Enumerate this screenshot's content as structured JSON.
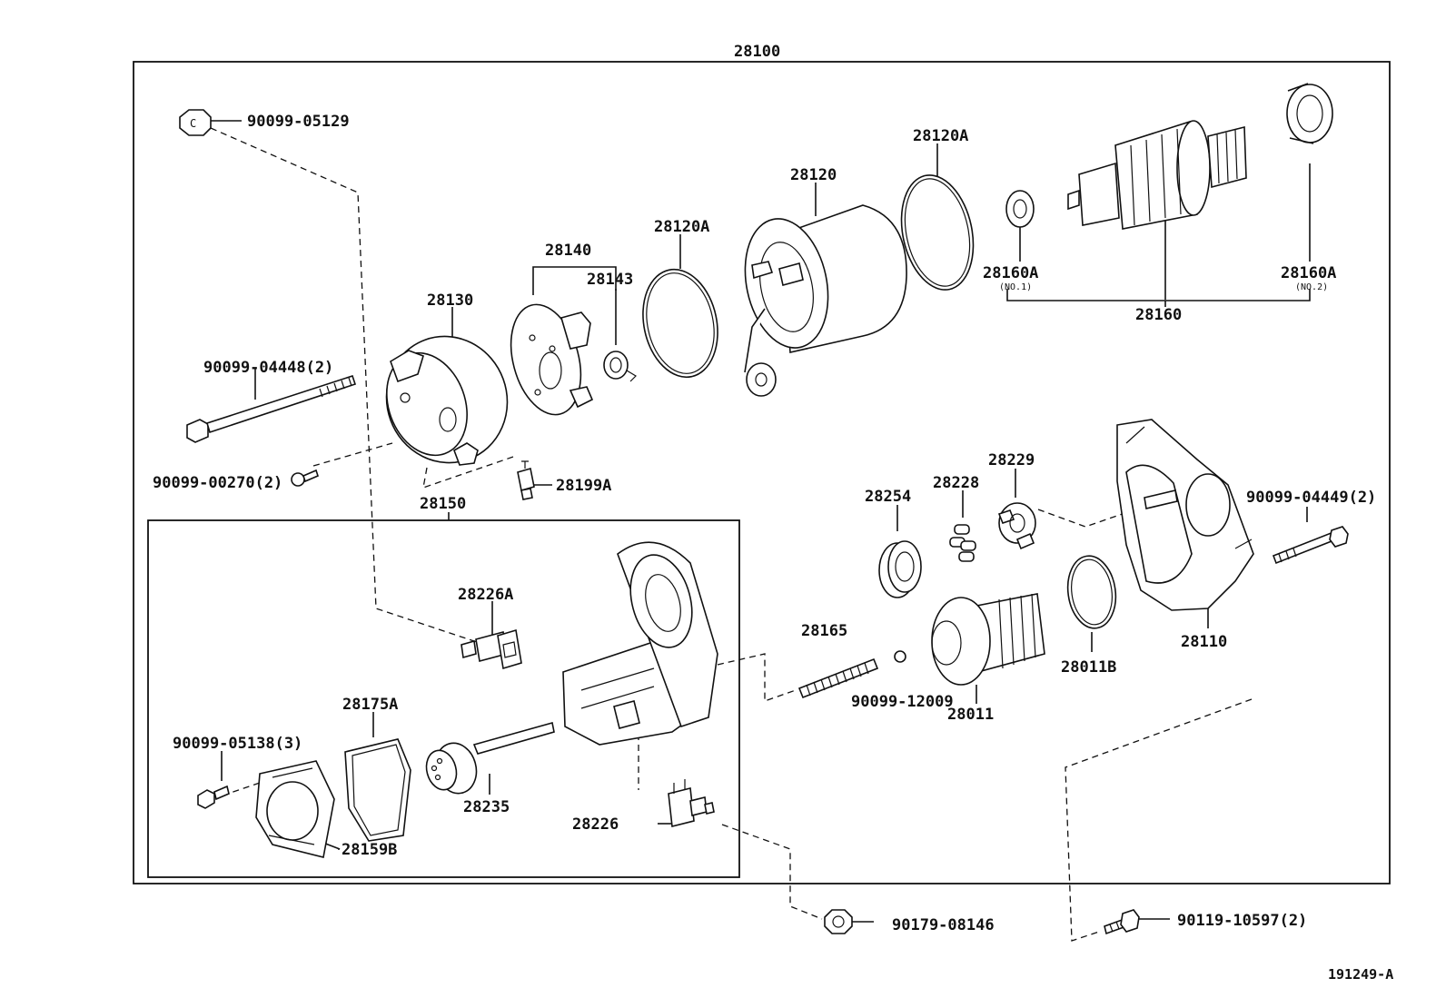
{
  "diagram": {
    "assembly": "28100",
    "subassembly": "28150",
    "figure_code": "191249-A",
    "parts": [
      {
        "id": "p90099_05129",
        "number": "90099-05129",
        "sub": "",
        "icon": "nut-icon"
      },
      {
        "id": "p90099_04448",
        "number": "90099-04448(2)",
        "sub": "",
        "icon": "bolt-icon"
      },
      {
        "id": "p90099_00270",
        "number": "90099-00270(2)",
        "sub": "",
        "icon": "screw-icon"
      },
      {
        "id": "p28130",
        "number": "28130",
        "sub": "",
        "icon": "end-frame-icon"
      },
      {
        "id": "p28140",
        "number": "28140",
        "sub": "",
        "icon": "brush-holder-icon"
      },
      {
        "id": "p28143",
        "number": "28143",
        "sub": "",
        "icon": "bearing-icon"
      },
      {
        "id": "p28120A_1",
        "number": "28120A",
        "sub": "",
        "icon": "o-ring-icon"
      },
      {
        "id": "p28120",
        "number": "28120",
        "sub": "",
        "icon": "yoke-icon"
      },
      {
        "id": "p28120A_2",
        "number": "28120A",
        "sub": "",
        "icon": "o-ring-icon"
      },
      {
        "id": "p28160A_1",
        "number": "28160A",
        "sub": "(NO.1)",
        "icon": "bearing-icon"
      },
      {
        "id": "p28160",
        "number": "28160",
        "sub": "",
        "icon": "armature-icon"
      },
      {
        "id": "p28160A_2",
        "number": "28160A",
        "sub": "(NO.2)",
        "icon": "bearing-icon"
      },
      {
        "id": "p28199A",
        "number": "28199A",
        "sub": "",
        "icon": "plug-icon"
      },
      {
        "id": "p28226A",
        "number": "28226A",
        "sub": "",
        "icon": "terminal-icon"
      },
      {
        "id": "p28175A",
        "number": "28175A",
        "sub": "",
        "icon": "gasket-icon"
      },
      {
        "id": "p90099_05138",
        "number": "90099-05138(3)",
        "sub": "",
        "icon": "screw-icon"
      },
      {
        "id": "p28235",
        "number": "28235",
        "sub": "",
        "icon": "plunger-icon"
      },
      {
        "id": "p28159B",
        "number": "28159B",
        "sub": "",
        "icon": "cover-icon"
      },
      {
        "id": "p28226",
        "number": "28226",
        "sub": "",
        "icon": "terminal-icon"
      },
      {
        "id": "p28165",
        "number": "28165",
        "sub": "",
        "icon": "spring-icon"
      },
      {
        "id": "p90099_12009",
        "number": "90099-12009",
        "sub": "",
        "icon": "ball-icon"
      },
      {
        "id": "p28011",
        "number": "28011",
        "sub": "",
        "icon": "clutch-icon"
      },
      {
        "id": "p28254",
        "number": "28254",
        "sub": "",
        "icon": "gear-icon"
      },
      {
        "id": "p28228",
        "number": "28228",
        "sub": "",
        "icon": "pinion-icon"
      },
      {
        "id": "p28229",
        "number": "28229",
        "sub": "",
        "icon": "retainer-icon"
      },
      {
        "id": "p28011B",
        "number": "28011B",
        "sub": "",
        "icon": "o-ring-icon"
      },
      {
        "id": "p28110",
        "number": "28110",
        "sub": "",
        "icon": "housing-icon"
      },
      {
        "id": "p90099_04449",
        "number": "90099-04449(2)",
        "sub": "",
        "icon": "bolt-icon"
      },
      {
        "id": "p90179_08146",
        "number": "90179-08146",
        "sub": "",
        "icon": "nut-icon"
      },
      {
        "id": "p90119_10597",
        "number": "90119-10597(2)",
        "sub": "",
        "icon": "bolt-icon"
      }
    ]
  }
}
